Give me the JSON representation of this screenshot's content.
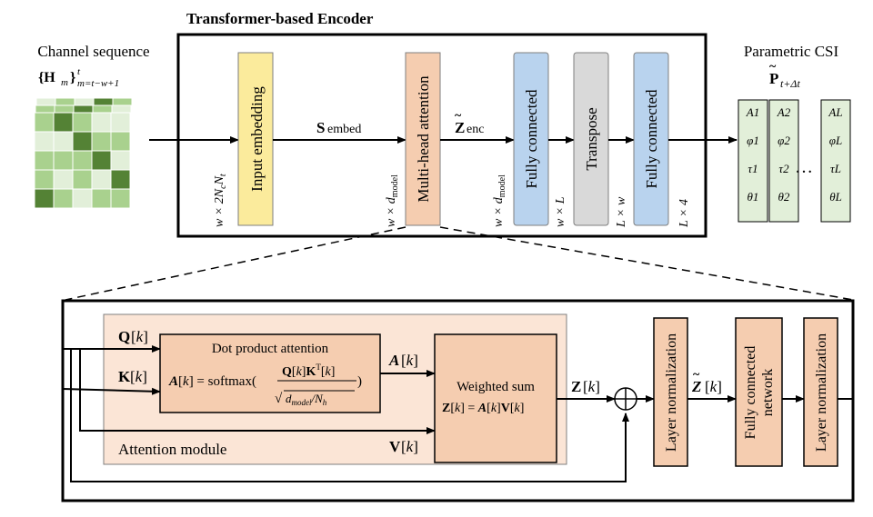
{
  "encoder": {
    "title": "Transformer-based Encoder",
    "blocks": {
      "input_embedding": "Input embedding",
      "multi_head_attention": "Multi-head attention",
      "fully_connected_1": "Fully connected",
      "transpose": "Transpose",
      "fully_connected_2": "Fully connected"
    },
    "dims": {
      "d1": "w × 2NcNt",
      "d2": "w × dmodel",
      "d3": "w × dmodel",
      "d4": "w × L",
      "d5": "L × w",
      "d6": "L × 4"
    },
    "signals": {
      "s_embed": "Sembed",
      "z_enc": "Z̃enc"
    }
  },
  "input": {
    "title": "Channel sequence",
    "formula": "{Hm} t m=t−w+1"
  },
  "output": {
    "title": "Parametric CSI",
    "formula": "P̃t+Δt",
    "col1": [
      "A1",
      "φ1",
      "τ1",
      "θ1"
    ],
    "col2": [
      "A2",
      "φ2",
      "τ2",
      "θ2"
    ],
    "colL": [
      "AL",
      "φL",
      "τL",
      "θL"
    ],
    "ellipsis": "…"
  },
  "detail": {
    "q": "Q[k]",
    "k": "K[k]",
    "v": "V[k]",
    "a": "A[k]",
    "z": "Z[k]",
    "z_tilde": "Z̃[k]",
    "dot_product_title": "Dot product attention",
    "dot_product_formula": "A[k] = softmax(Q[k]KT[k] / √(dmodel/Nh))",
    "weighted_sum_title": "Weighted sum",
    "weighted_sum_formula": "Z[k] = A[k]V[k]",
    "attention_module": "Attention module",
    "layer_norm_1": "Layer normalization",
    "fc_network": "Fully connected network",
    "layer_norm_2": "Layer normalization"
  },
  "colors": {
    "input_embedding": "#fbeb9c",
    "attention": "#f5cdb0",
    "fully_connected": "#b9d3ee",
    "transpose": "#d9d9d9",
    "attention_module_bg": "#fbe5d6",
    "output_cell": "#e2efd9",
    "grid_dark": "#548235",
    "grid_mid": "#a9d18e",
    "grid_light": "#e2efd9"
  }
}
